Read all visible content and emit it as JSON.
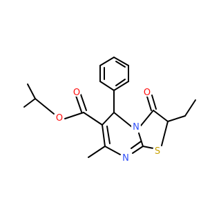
{
  "molecule": {
    "atoms": [
      {
        "id": "O_ester",
        "label": "O",
        "color": "#ff0d0d"
      },
      {
        "id": "O_carbonyl",
        "label": "O",
        "color": "#ff0d0d"
      },
      {
        "id": "O_ketone",
        "label": "O",
        "color": "#ff0d0d"
      },
      {
        "id": "N_ring",
        "label": "N",
        "color": "#3050f8"
      },
      {
        "id": "N_imine",
        "label": "N",
        "color": "#3050f8"
      },
      {
        "id": "S_ring",
        "label": "S",
        "color": "#c8a000"
      }
    ]
  }
}
